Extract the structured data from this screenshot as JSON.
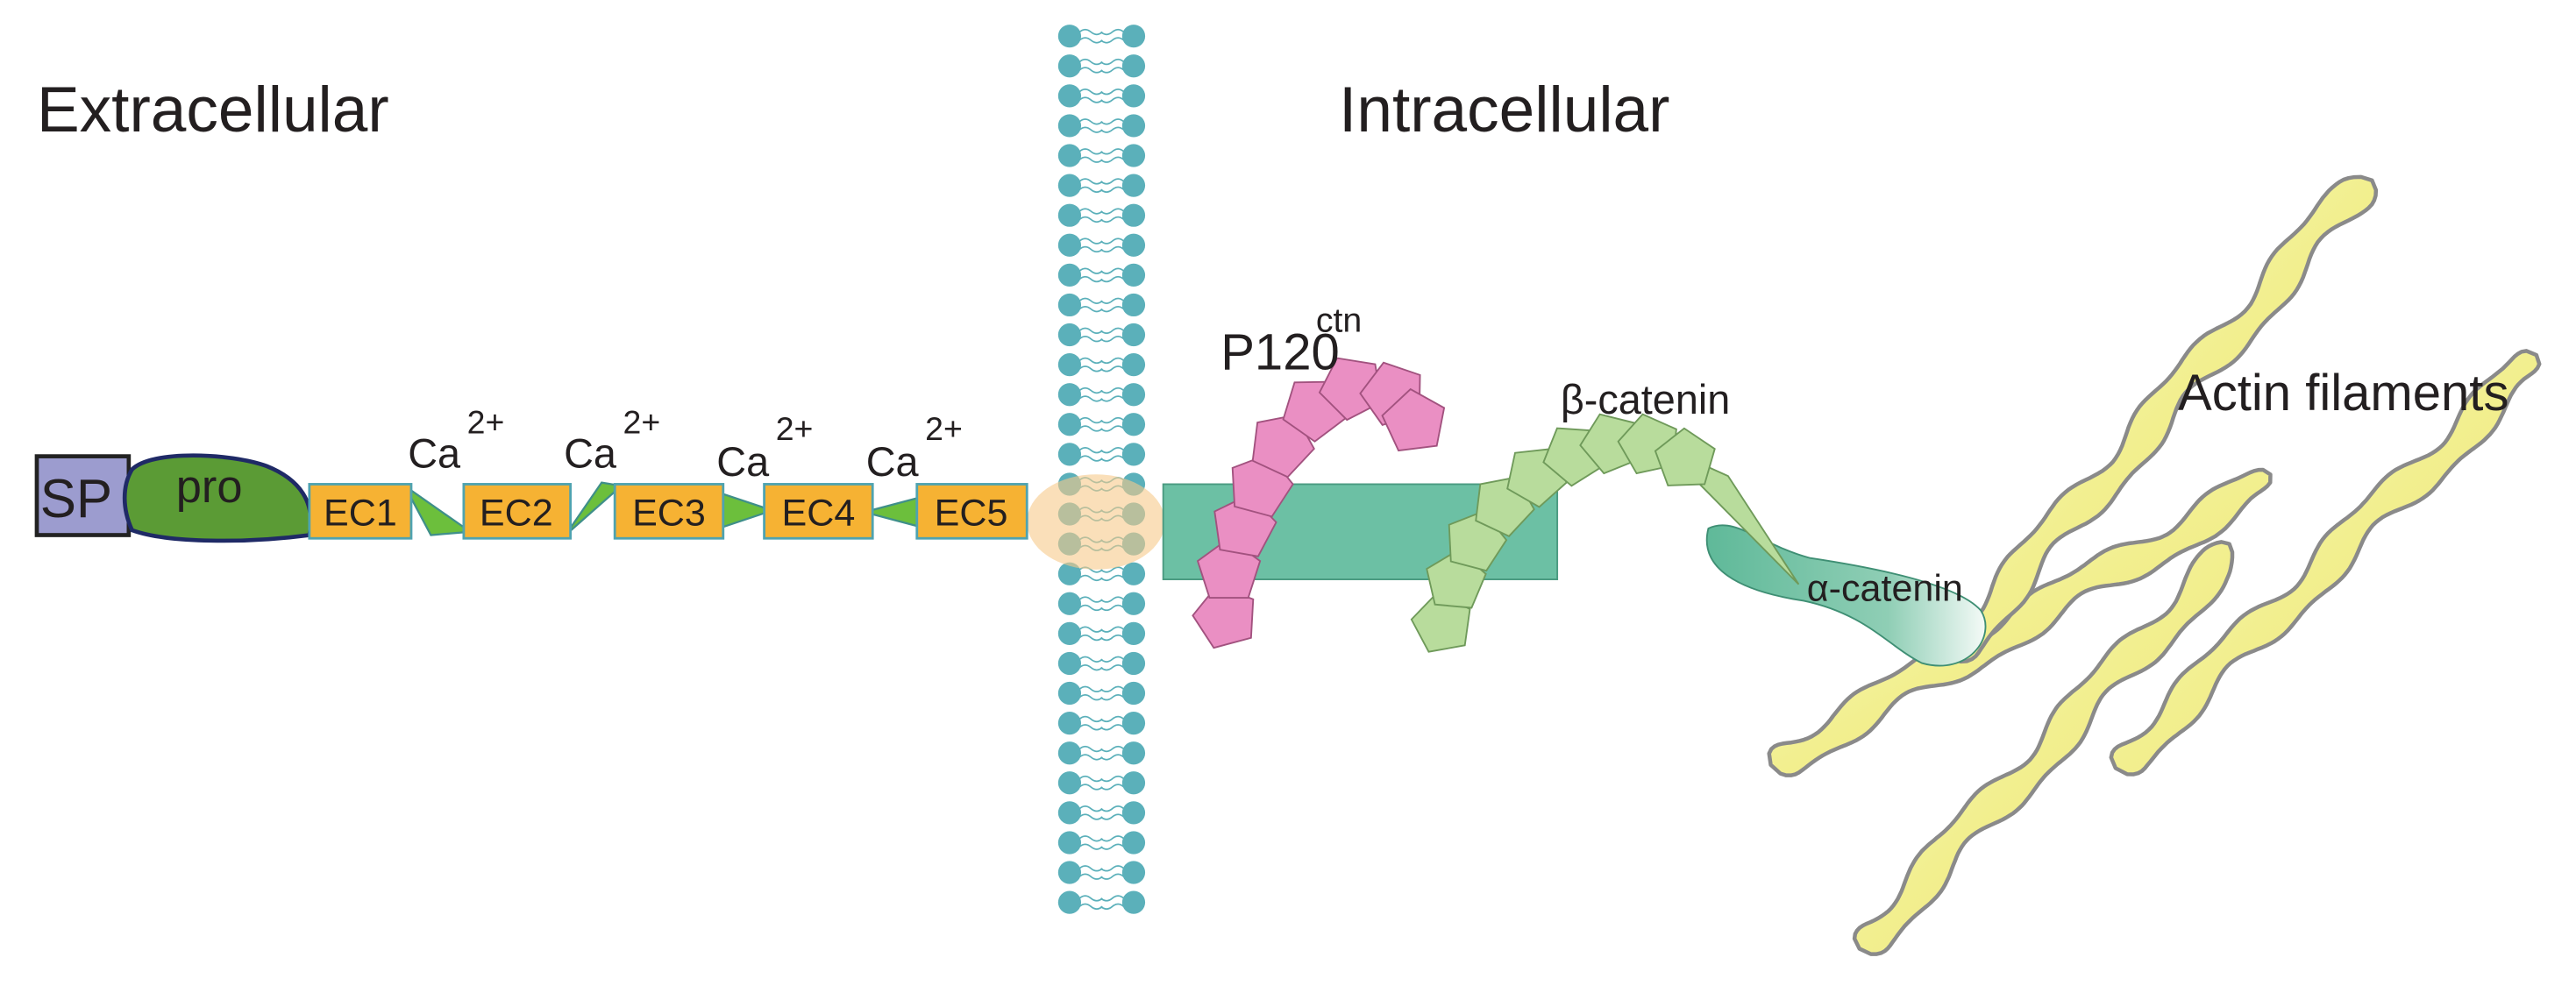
{
  "labels": {
    "extracellular": "Extracellular",
    "intracellular": "Intracellular",
    "p120": "P120",
    "p120_sup": "ctn",
    "beta_catenin": "β-catenin",
    "alpha_catenin": "α-catenin",
    "actin": "Actin filaments"
  },
  "domains": {
    "sp": "SP",
    "pro": "pro",
    "ec": [
      "EC1",
      "EC2",
      "EC3",
      "EC4",
      "EC5"
    ]
  },
  "calcium": [
    {
      "base": "Ca",
      "sup": "2+"
    },
    {
      "base": "Ca",
      "sup": "2+"
    },
    {
      "base": "Ca",
      "sup": "2+"
    },
    {
      "base": "Ca",
      "sup": "2+"
    }
  ],
  "colors": {
    "sp": "#9c9ccf",
    "pro": "#5b9b35",
    "pro_outline": "#1f2a66",
    "ec": "#f6b233",
    "ec_outline": "#4fa3b0",
    "calcium_link": "#6cbf3c",
    "lipid": "#5bb0ba",
    "transmembrane": "#f6c98a",
    "cytoplasmic_tail": "#6cc0a4",
    "p120": "#ea8fc3",
    "p120_outline": "#a2527f",
    "beta_catenin": "#b8dc9c",
    "beta_outline": "#6f9a5a",
    "alpha_catenin": "#5fb999",
    "actin": "#f2ef8f",
    "actin_outline": "#8a8a8a"
  }
}
